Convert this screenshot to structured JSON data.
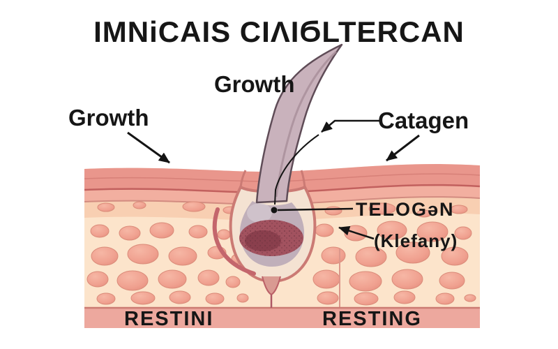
{
  "title": "IMNiCAIS CIΛIϬLTERCAN",
  "labels": {
    "growth_left": "Growth",
    "growth_center": "Growth",
    "catagen": "Catagen",
    "telogen": "TELOGəN",
    "klefany": "(Klefany)",
    "resting_left": "RESTINI",
    "resting_right": "RESTING"
  },
  "illustration": {
    "description": "Cross-section of skin with one hair follicle and bulb; leader arrows point from stage labels to the hair shaft, skin surface and follicle bulb; dermis filled with round fat cells; pink band at bottom.",
    "colors": {
      "background": "#ffffff",
      "text": "#161616",
      "epidermis": "#e9968c",
      "epidermis_line": "#c2605e",
      "upper_dermis": "#f2afa0",
      "pale_dermis": "#f8cfb2",
      "dermis": "#fce4cb",
      "fat_cell": "#f0a190",
      "fat_cell_edge": "#da8b79",
      "hair_shaft": "#c9b2bc",
      "hair_outline": "#5f4c57",
      "follicle_sheath": "#f4e2d2",
      "sheath_rim": "#cb7a74",
      "bulb": "#c0afba",
      "papilla": "#a2525f",
      "bottom_band": "#eda89e"
    }
  }
}
